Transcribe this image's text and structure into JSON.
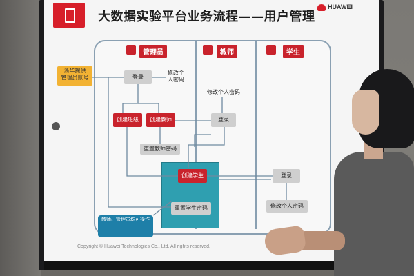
{
  "slide": {
    "title": "大数据实验平台业务流程——用户管理",
    "brand": "HUAWEI",
    "copyright": "Copyright © Huawei Technologies Co., Ltd. All rights reserved."
  },
  "lanes": [
    {
      "label": "管理员"
    },
    {
      "label": "教师"
    },
    {
      "label": "学生"
    }
  ],
  "nodes": {
    "admin_account": "浙华提供\n管理员账号",
    "admin_login": "登录",
    "admin_change_pwd": "修改个\n人密码",
    "create_class": "创建班级",
    "create_teacher": "创建教师",
    "reset_teacher_pwd": "重置教师密码",
    "teacher_change_pwd": "修改个人密码",
    "teacher_login": "登录",
    "create_student": "创建学生",
    "reset_student_pwd": "重置学生密码",
    "student_login": "登录",
    "student_change_pwd": "修改个人密码",
    "note": "教师、管理员均可操作"
  },
  "colors": {
    "accent_red": "#c9232c",
    "node_gray": "#cfcfcf",
    "account_orange": "#f2b233",
    "panel_teal": "#2f9fb0"
  }
}
